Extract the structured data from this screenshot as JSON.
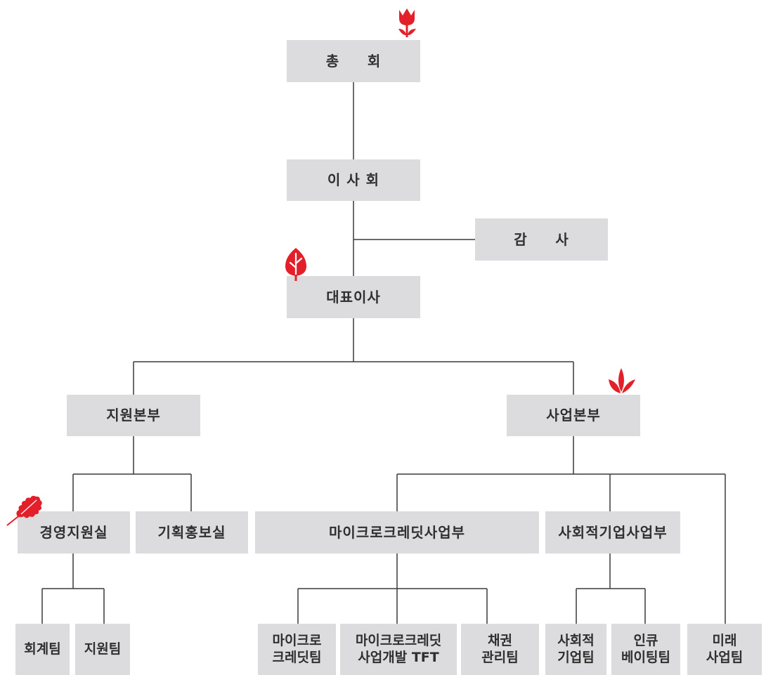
{
  "org_chart": {
    "general_assembly": "총     회",
    "board": "이 사 회",
    "audit": "감     사",
    "ceo": "대표이사",
    "support_hq": "지원본부",
    "business_hq": "사업본부",
    "mgmt_support_office": "경영지원실",
    "planning_pr_office": "기획홍보실",
    "microcredit_dept": "마이크로크레딧사업부",
    "social_enterprise_dept": "사회적기업사업부",
    "accounting_team": "회계팀",
    "support_team": "지원팀",
    "microcredit_team": "마이크로\n크레딧팀",
    "microcredit_biz_dev_tft": "마이크로크레딧\n사업개발 TFT",
    "bond_mgmt_team": "채권\n관리팀",
    "social_enterprise_team": "사회적\n기업팀",
    "incubating_team": "인큐\n베이팅팀",
    "future_biz_team": "미래\n사업팀"
  },
  "colors": {
    "box_fill": "#dcdcde",
    "line": "#3a3a3a",
    "icon_red": "#e3202a",
    "text": "#2f2f2f"
  },
  "icons": [
    "tulip-icon",
    "leaf-icon",
    "sprout-icon",
    "oak-leaf-icon"
  ]
}
